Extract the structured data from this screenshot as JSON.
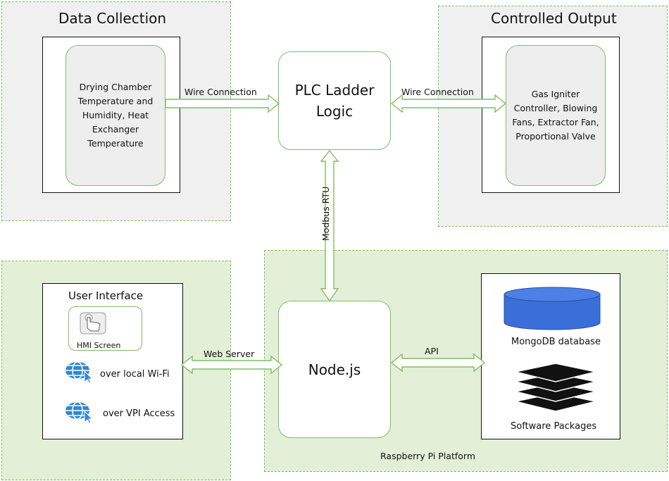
{
  "zones": {
    "data_collection": "Data Collection",
    "controlled_output": "Controlled Output",
    "raspberry": "Raspberry Pi Platform"
  },
  "nodes": {
    "sensors": "Drying Chamber Temperature and Humidity, Heat Exchanger Temperature",
    "plc": "PLC Ladder Logic",
    "outputs": "Gas Igniter Controller, Blowing Fans, Extractor Fan, Proportional Valve",
    "nodejs": "Node.js"
  },
  "connections": {
    "wire_left": "Wire Connection",
    "wire_right": "Wire Connection",
    "modbus": "Modbus RTU",
    "web_server": "Web Server",
    "api": "API"
  },
  "user_interface": {
    "title": "User Interface",
    "hmi": "HMI Screen",
    "wifi": "over local Wi-Fi",
    "vpi": "over VPI Access"
  },
  "services": {
    "mongodb": "MongoDB database",
    "software": "Software Packages"
  },
  "colors": {
    "zone_border": "#7fbf5f",
    "zone_gray": "#f0f0f0",
    "zone_green": "#e3f0d7",
    "db_blue": "#3a6fd8",
    "globe_blue": "#2f86d6"
  }
}
